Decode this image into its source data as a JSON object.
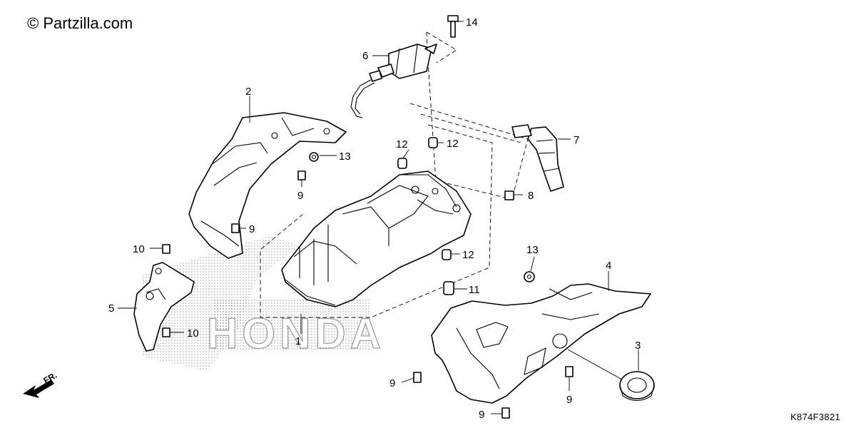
{
  "copyright": "© Partzilla.com",
  "diagram_id": "K874F3821",
  "direction_label": "FR.",
  "watermark": "HONDA",
  "callouts": [
    {
      "id": "c1",
      "text": "1"
    },
    {
      "id": "c2",
      "text": "2"
    },
    {
      "id": "c3",
      "text": "3"
    },
    {
      "id": "c4",
      "text": "4"
    },
    {
      "id": "c5",
      "text": "5"
    },
    {
      "id": "c6",
      "text": "6"
    },
    {
      "id": "c7",
      "text": "7"
    },
    {
      "id": "c8",
      "text": "8"
    },
    {
      "id": "c9a",
      "text": "9"
    },
    {
      "id": "c9b",
      "text": "9"
    },
    {
      "id": "c9c",
      "text": "9"
    },
    {
      "id": "c9d",
      "text": "9"
    },
    {
      "id": "c9e",
      "text": "9"
    },
    {
      "id": "c10a",
      "text": "10"
    },
    {
      "id": "c10b",
      "text": "10"
    },
    {
      "id": "c11",
      "text": "11"
    },
    {
      "id": "c12a",
      "text": "12"
    },
    {
      "id": "c12b",
      "text": "12"
    },
    {
      "id": "c12c",
      "text": "12"
    },
    {
      "id": "c13a",
      "text": "13"
    },
    {
      "id": "c13b",
      "text": "13"
    },
    {
      "id": "c14",
      "text": "14"
    }
  ]
}
